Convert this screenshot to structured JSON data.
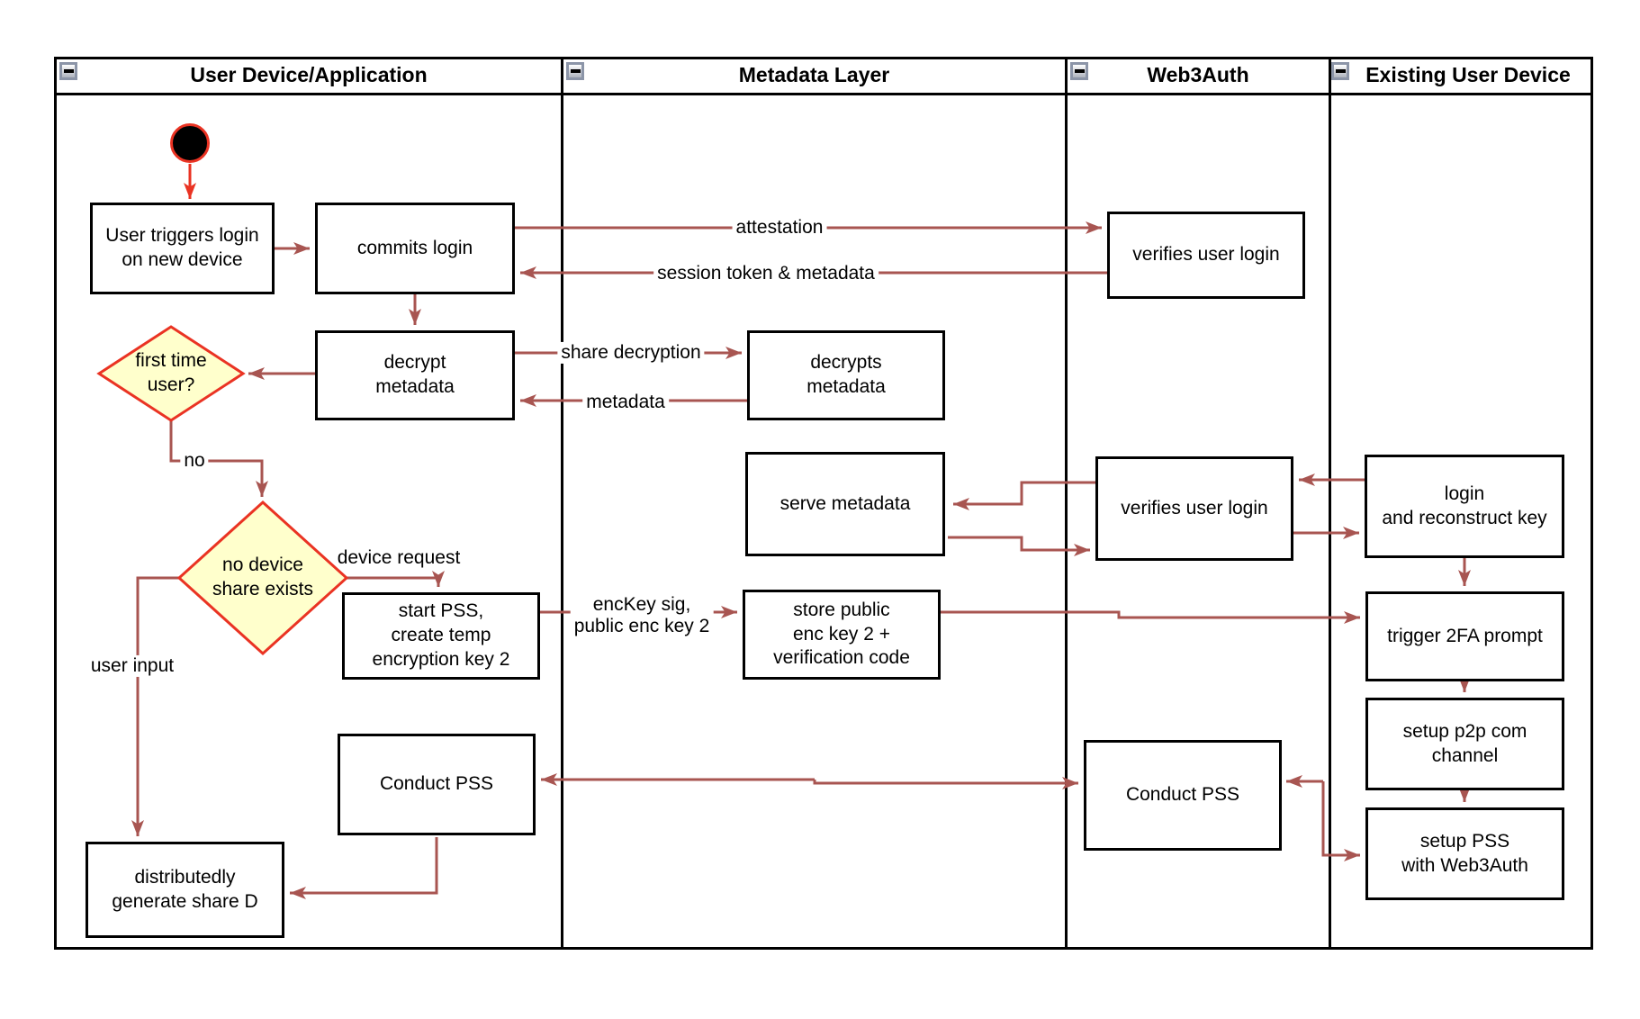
{
  "lanes": [
    {
      "title": "User Device/Application"
    },
    {
      "title": "Metadata Layer"
    },
    {
      "title": "Web3Auth"
    },
    {
      "title": "Existing User Device"
    }
  ],
  "nodes": {
    "user_triggers": {
      "label": "User triggers login\non new device"
    },
    "commits_login": {
      "label": "commits login"
    },
    "decrypt_metadata": {
      "label": "decrypt\nmetadata"
    },
    "first_time_user": {
      "label": "first time\nuser?"
    },
    "no_device_share": {
      "label": "no device\nshare exists"
    },
    "start_pss": {
      "label": "start PSS,\ncreate temp\nencryption key 2"
    },
    "conduct_pss_user": {
      "label": "Conduct PSS"
    },
    "generate_share_d": {
      "label": "distributedly\ngenerate share D"
    },
    "decrypts_metadata": {
      "label": "decrypts\nmetadata"
    },
    "serve_metadata": {
      "label": "serve metadata"
    },
    "store_public_key": {
      "label": "store public\nenc key 2 +\nverification code"
    },
    "verifies_login_1": {
      "label": "verifies user login"
    },
    "verifies_login_2": {
      "label": "verifies user login"
    },
    "conduct_pss_web3auth": {
      "label": "Conduct PSS"
    },
    "login_reconstruct": {
      "label": "login\nand reconstruct key"
    },
    "trigger_2fa": {
      "label": "trigger 2FA prompt"
    },
    "setup_p2p": {
      "label": "setup p2p com\nchannel"
    },
    "setup_pss": {
      "label": "setup PSS\nwith Web3Auth"
    }
  },
  "edge_labels": {
    "attestation": "attestation",
    "session_token": "session token & metadata",
    "share_decryption": "share decryption",
    "metadata": "metadata",
    "no": "no",
    "device_request": "device request",
    "user_input": "user input",
    "enckey": "encKey sig,\npublic enc key 2"
  },
  "colors": {
    "edge": "#a85551",
    "accent_red": "#ea3323",
    "diamond_fill": "#ffffcc",
    "node_border": "#000000"
  }
}
